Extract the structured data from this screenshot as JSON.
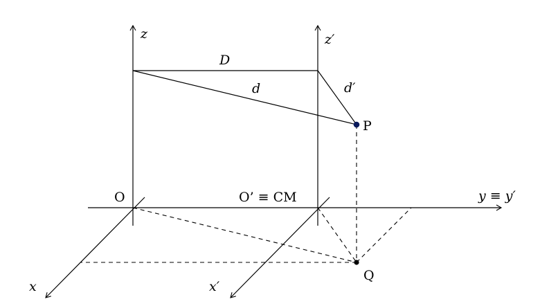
{
  "labels": {
    "z": "z",
    "z_prime": "z′",
    "D": "D",
    "d": "d",
    "d_prime": "d′",
    "P": "P",
    "O": "O",
    "O_prime_CM": "O’ ≡ CM",
    "y_axis": "y ≡ y′",
    "Q": "Q",
    "x": "x",
    "x_prime": "x′"
  },
  "colors": {
    "line": "#000000",
    "point_P": "#0a1a5c",
    "point_Q": "#000000"
  }
}
